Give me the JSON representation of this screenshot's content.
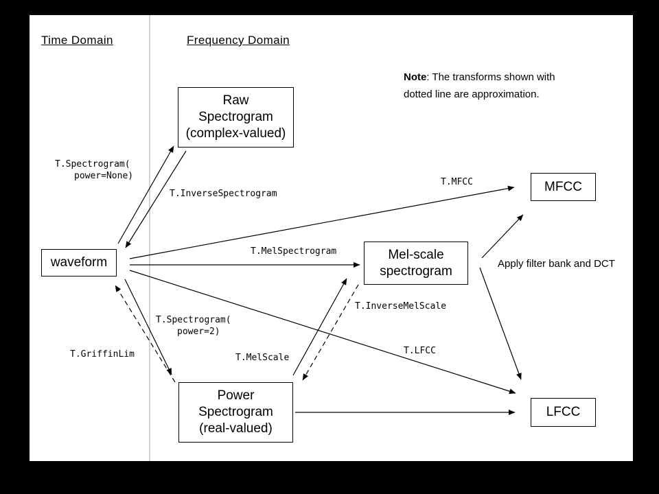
{
  "headers": {
    "time_domain": "Time Domain",
    "frequency_domain": "Frequency Domain"
  },
  "note": {
    "label": "Note",
    "text": ": The transforms shown with",
    "line2": "dotted line are approximation."
  },
  "boxes": {
    "waveform": {
      "label": "waveform"
    },
    "raw_spectrogram": {
      "line1": "Raw",
      "line2": "Spectrogram",
      "line3": "(complex-valued)"
    },
    "mel_spectrogram": {
      "line1": "Mel-scale",
      "line2": "spectrogram"
    },
    "mfcc": {
      "label": "MFCC"
    },
    "power_spectrogram": {
      "line1": "Power",
      "line2": "Spectrogram",
      "line3": "(real-valued)"
    },
    "lfcc": {
      "label": "LFCC"
    }
  },
  "edge_labels": {
    "spectrogram_power_none_1": "T.Spectrogram(",
    "spectrogram_power_none_2": "power=None)",
    "inverse_spectrogram": "T.InverseSpectrogram",
    "mfcc": "T.MFCC",
    "mel_spectrogram": "T.MelSpectrogram",
    "inverse_mel_scale": "T.InverseMelScale",
    "spectrogram_power_2_1": "T.Spectrogram(",
    "spectrogram_power_2_2": "power=2)",
    "griffin_lim": "T.GriffinLim",
    "mel_scale": "T.MelScale",
    "lfcc": "T.LFCC",
    "apply_filter_bank_dct": "Apply filter bank and DCT"
  },
  "colors": {
    "frame": "#000000",
    "canvas": "#ffffff",
    "stroke": "#000000",
    "divider": "#a6a6a6"
  }
}
